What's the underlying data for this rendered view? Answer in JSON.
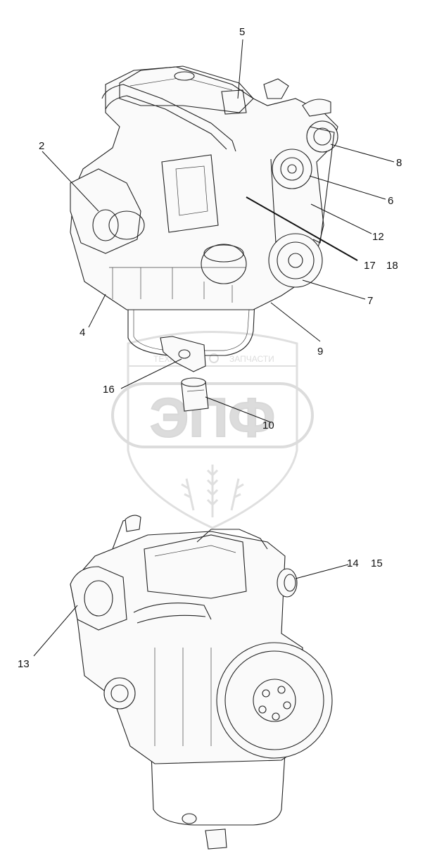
{
  "watermark": {
    "top_text_left": "ТЕХНИКА",
    "top_text_right": "ЗАПЧАСТИ",
    "logo_letters": "ЭПФ",
    "color": "#d9d9d9"
  },
  "callouts": [
    {
      "id": "c5",
      "label": "5"
    },
    {
      "id": "c2",
      "label": "2"
    },
    {
      "id": "c8",
      "label": "8"
    },
    {
      "id": "c6",
      "label": "6"
    },
    {
      "id": "c12",
      "label": "12"
    },
    {
      "id": "c17",
      "label": "17"
    },
    {
      "id": "c18",
      "label": "18"
    },
    {
      "id": "c7",
      "label": "7"
    },
    {
      "id": "c4",
      "label": "4"
    },
    {
      "id": "c9",
      "label": "9"
    },
    {
      "id": "c16",
      "label": "16"
    },
    {
      "id": "c10",
      "label": "10"
    },
    {
      "id": "c14",
      "label": "14"
    },
    {
      "id": "c15",
      "label": "15"
    },
    {
      "id": "c13",
      "label": "13"
    }
  ],
  "colors": {
    "line": "#222222",
    "text": "#111111",
    "background": "#ffffff"
  }
}
